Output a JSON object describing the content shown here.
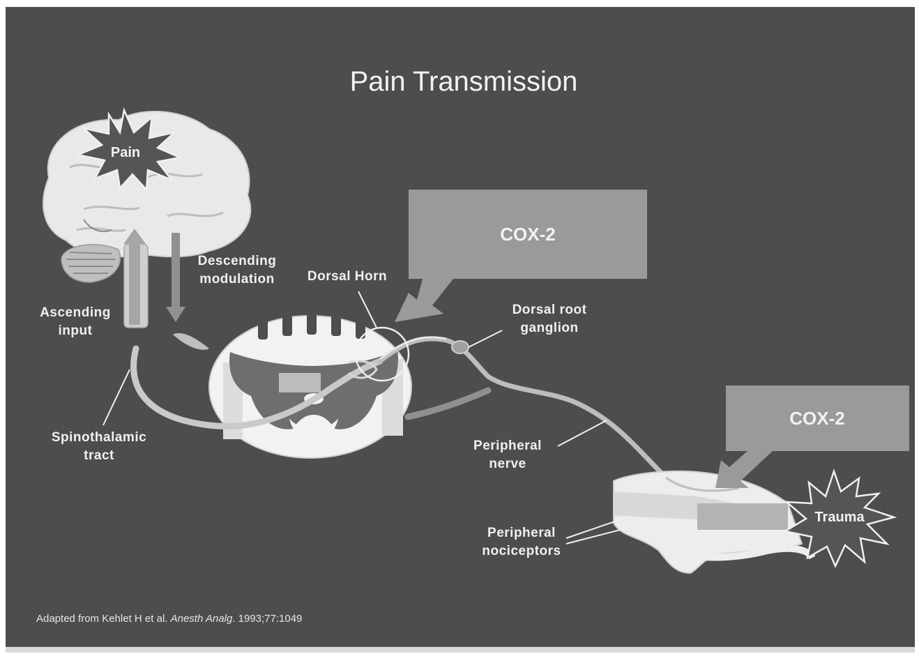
{
  "title": "Pain Transmission",
  "labels": {
    "pain": "Pain",
    "cox2_top": "COX-2",
    "cox2_bottom": "COX-2",
    "descending_line1": "Descending",
    "descending_line2": "modulation",
    "dorsal_horn": "Dorsal Horn",
    "ascending_line1": "Ascending",
    "ascending_line2": "input",
    "drg_line1": "Dorsal root",
    "drg_line2": "ganglion",
    "spinothalamic_line1": "Spinothalamic",
    "spinothalamic_line2": "tract",
    "peripheral_nerve_line1": "Peripheral",
    "peripheral_nerve_line2": "nerve",
    "nociceptors_line1": "Peripheral",
    "nociceptors_line2": "nociceptors",
    "trauma": "Trauma"
  },
  "citation": {
    "prefix": "Adapted from Kehlet H et al. ",
    "journal": "Anesth Analg",
    "suffix": ". 1993;77:1049"
  },
  "colors": {
    "background": "#4d4d4d",
    "box": "#9a9a9a",
    "tissue": "#eeeeee",
    "star": "#555555"
  }
}
